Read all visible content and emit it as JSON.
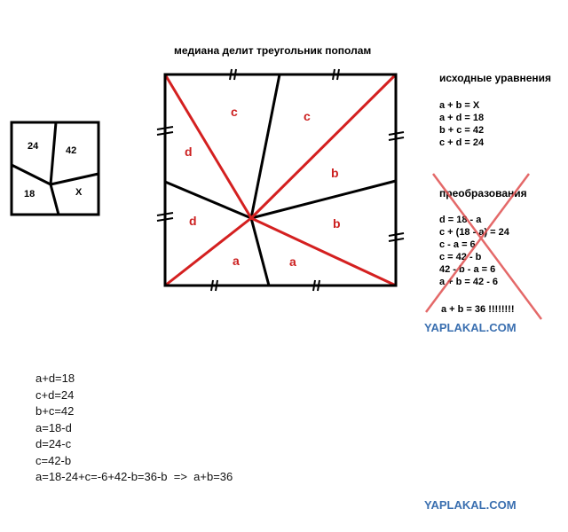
{
  "title": "медиана делит треугольник пополам",
  "small_square": {
    "cells": [
      "24",
      "42",
      "18",
      "X"
    ]
  },
  "big_square": {
    "labels": [
      "c",
      "c",
      "d",
      "b",
      "d",
      "b",
      "a",
      "a"
    ]
  },
  "right_panel": {
    "header": "исходные уравнения",
    "equations": [
      "a + b = X",
      "a + d = 18",
      "b + c = 42",
      "c + d = 24"
    ],
    "transform_header": "преобразования",
    "transforms": [
      "d = 18 - a",
      "c + (18 - a) = 24",
      "c - a = 6",
      "c = 42 - b",
      "42 - b - a = 6",
      "a + b = 42 - 6"
    ],
    "result": "a + b = 36 !!!!!!!!"
  },
  "watermark": "YAPLAKAL.COM",
  "bottom_lines": [
    "a+d=18",
    "c+d=24",
    "b+c=42",
    "a=18-d",
    "d=24-c",
    "c=42-b",
    "a=18-24+c=-6+42-b=36-b  =>  a+b=36"
  ],
  "colors": {
    "accent_red": "#d42020",
    "watermark_blue": "#3a6fb0"
  }
}
